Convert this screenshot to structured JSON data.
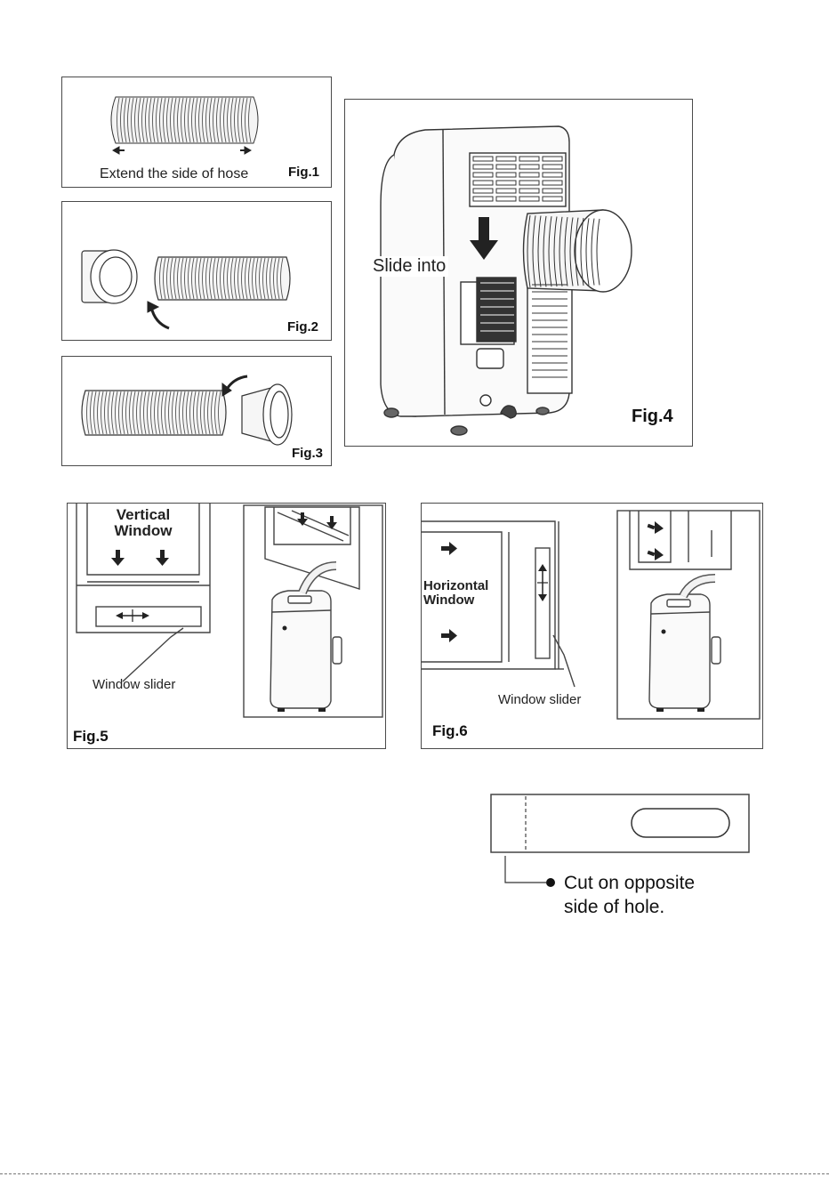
{
  "figures": {
    "fig1": {
      "label": "Fig.1",
      "caption": "Extend the side of hose"
    },
    "fig2": {
      "label": "Fig.2"
    },
    "fig3": {
      "label": "Fig.3"
    },
    "fig4": {
      "label": "Fig.4",
      "caption": "Slide into"
    },
    "fig5": {
      "label": "Fig.5",
      "window_title_line1": "Vertical",
      "window_title_line2": "Window",
      "slider_caption": "Window slider"
    },
    "fig6": {
      "label": "Fig.6",
      "window_title_line1": "Horizontal",
      "window_title_line2": "Window",
      "slider_caption": "Window slider"
    }
  },
  "cut_note": {
    "line1": "Cut on opposite",
    "line2": "side of hole."
  },
  "colors": {
    "line": "#333333",
    "frame": "#4a4a4a",
    "arrow": "#222222"
  }
}
